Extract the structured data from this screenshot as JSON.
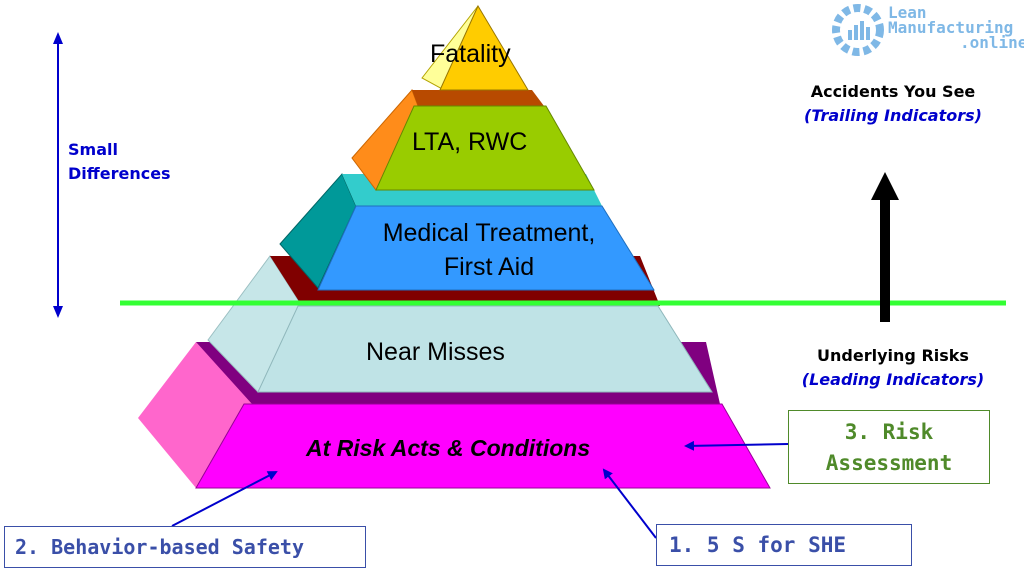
{
  "logo": {
    "line1": "Lean",
    "line2": "Manufacturing",
    "line3": ".online"
  },
  "left_arrow_label": {
    "line1": "Small",
    "line2": "Differences"
  },
  "tiers": [
    {
      "label": "Fatality"
    },
    {
      "label": "LTA, RWC"
    },
    {
      "label_line1": "Medical Treatment,",
      "label_line2": "First Aid"
    },
    {
      "label": "Near Misses"
    },
    {
      "label": "At Risk Acts & Conditions"
    }
  ],
  "right_top": {
    "title": "Accidents You See",
    "subtitle": "(Trailing Indicators)"
  },
  "right_bottom": {
    "title": "Underlying Risks",
    "subtitle": "(Leading Indicators)"
  },
  "callouts": {
    "risk_assessment": {
      "line1": "3. Risk",
      "line2": "Assessment"
    },
    "behavior_safety": "2. Behavior-based Safety",
    "five_s": "1. 5 S for SHE"
  },
  "colors": {
    "fatality": "#FFCC00",
    "lta": "#99CC00",
    "medical": "#3399FF",
    "near_miss": "#BFE3E6",
    "at_risk": "#FF00FF",
    "threshold_line": "#33FF33",
    "blue_arrow": "#0000CC",
    "callout_green": "#4F8A2A",
    "callout_blue": "#3A4FA8"
  }
}
